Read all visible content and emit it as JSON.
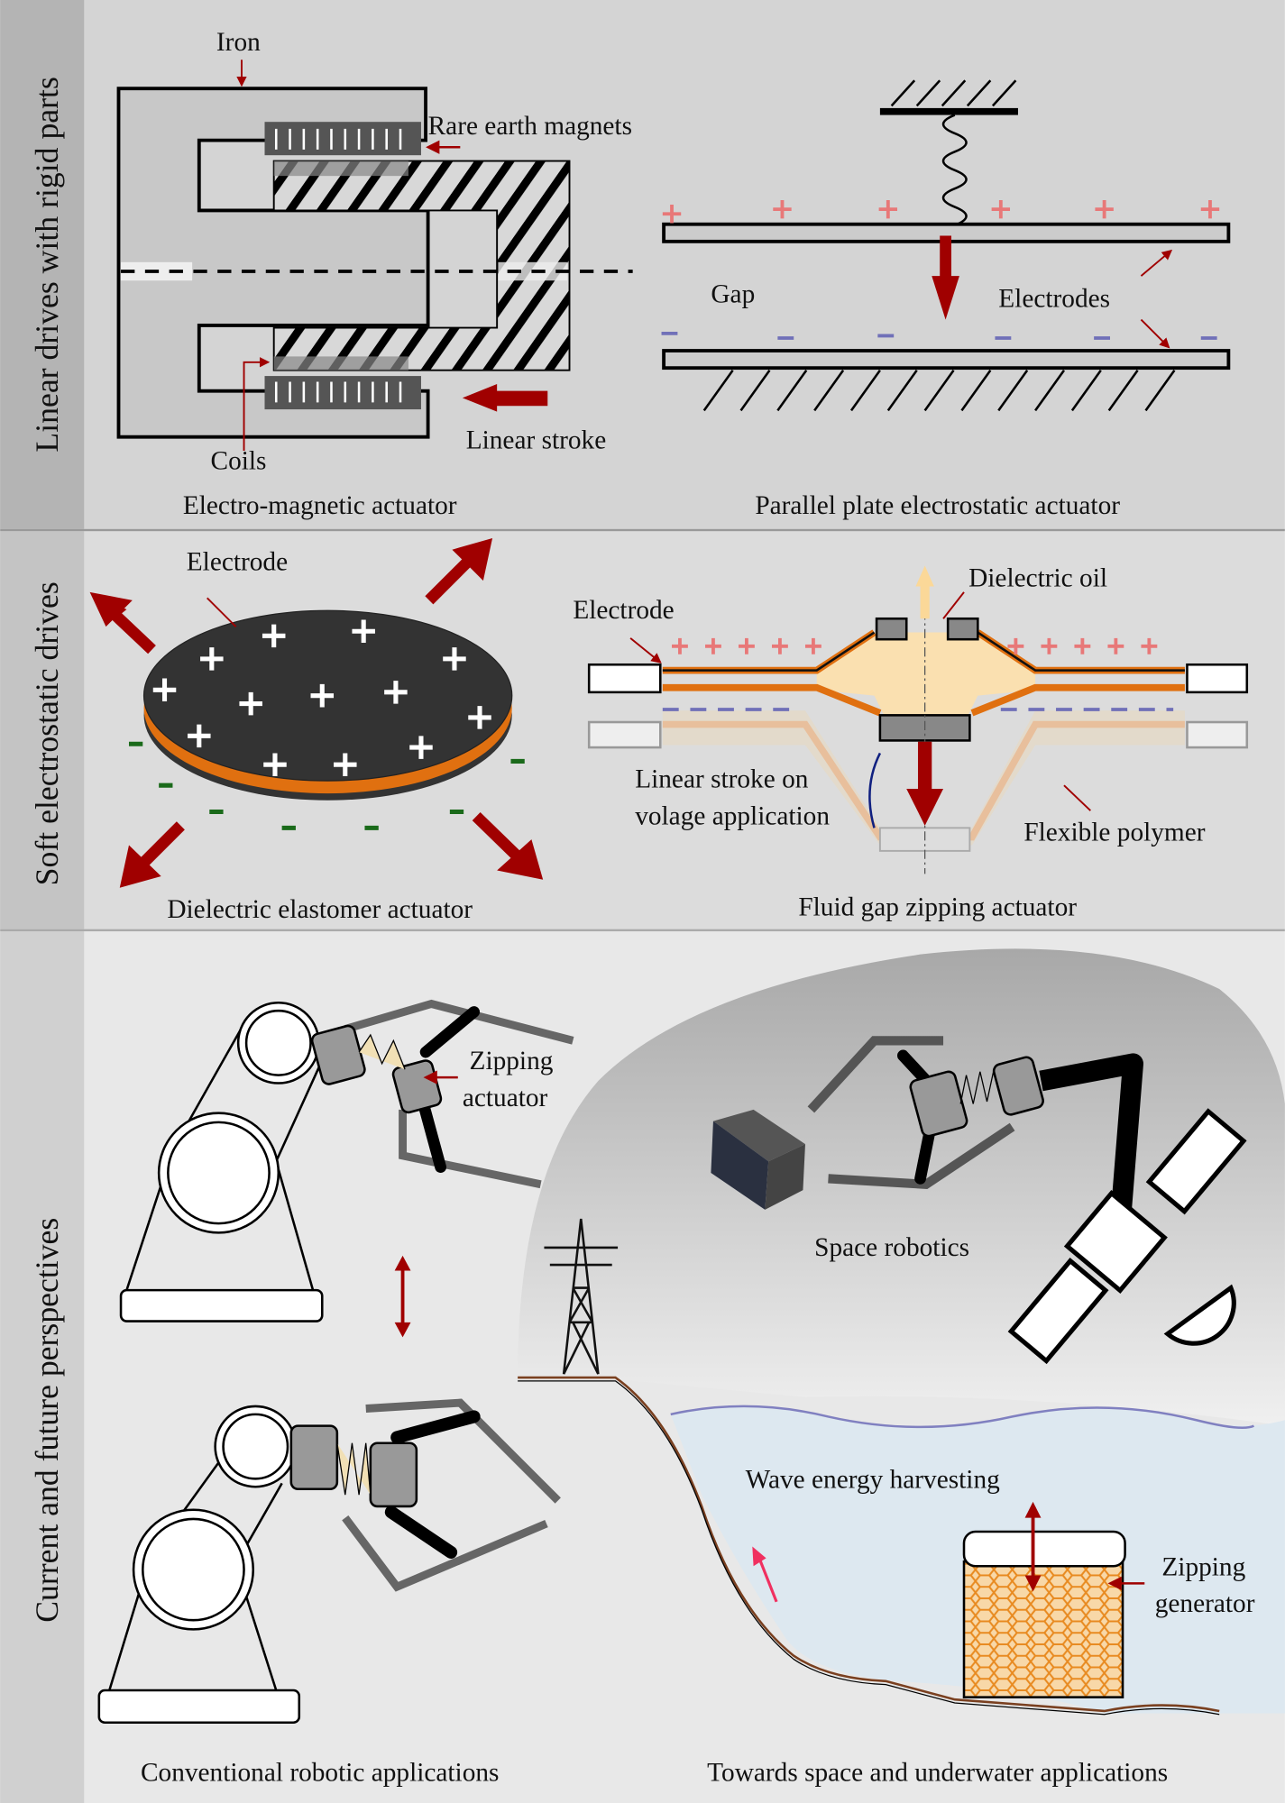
{
  "sections": [
    {
      "title": "Linear drives with rigid parts",
      "panels": [
        {
          "caption": "Electro-magnetic actuator",
          "labels": {
            "iron": "Iron",
            "magnets": "Rare earth magnets",
            "coils": "Coils",
            "stroke": "Linear stroke"
          }
        },
        {
          "caption": "Parallel plate electrostatic actuator",
          "labels": {
            "gap": "Gap",
            "electrodes": "Electrodes"
          }
        }
      ]
    },
    {
      "title": "Soft electrostatic drives",
      "panels": [
        {
          "caption": "Dielectric elastomer actuator",
          "labels": {
            "electrode": "Electrode"
          }
        },
        {
          "caption": "Fluid gap zipping actuator",
          "labels": {
            "electrode": "Electrode",
            "oil": "Dielectric oil",
            "stroke_1": "Linear stroke on",
            "stroke_2": "volage application",
            "polymer": "Flexible polymer"
          }
        }
      ]
    },
    {
      "title": "Current and future perspectives",
      "panels": [
        {
          "caption": "Conventional robotic applications",
          "labels": {
            "zip_1": "Zipping",
            "zip_2": "actuator"
          }
        },
        {
          "caption": "Towards space and underwater applications",
          "labels": {
            "space": "Space robotics",
            "wave": "Wave energy harvesting",
            "gen_1": "Zipping",
            "gen_2": "generator"
          }
        }
      ]
    }
  ],
  "colors": {
    "arrow": "#a00000",
    "plus": "#e87878",
    "minus": "#7070b8",
    "orange": "#e07010",
    "green": "#1a6a1a",
    "panel": "#d4d4d4",
    "sidebar": "#b4b4b4"
  }
}
